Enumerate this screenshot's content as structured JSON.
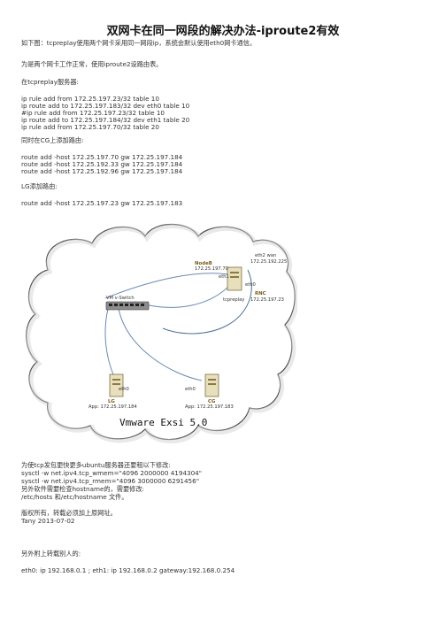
{
  "title": "双网卡在同一网段的解决办法-iproute2有效",
  "paragraphs": {
    "p1": "如下图：tcpreplay使用两个网卡采用同一网段ip，系统会默认使用eth0网卡通信。",
    "p2": "为是两个网卡工作正常，使用iproute2设路由表。",
    "p3": "在tcpreplay服务器:",
    "tcpreplay_cmds": [
      "ip rule add from 172.25.197.23/32 table 10",
      "ip route add to 172.25.197.183/32 dev eth0 table 10",
      "#ip rule add from 172.25.197.23/32 table 10",
      "ip route add to 172.25.197.184/32 dev eth1 table 20",
      "ip rule add from 172.25.197.70/32 table 20"
    ],
    "p4": "同时在CG上添加路由:",
    "cg_cmds": [
      "route add -host 172.25.197.70 gw 172.25.197.184",
      "route add -host 172.25.192.33 gw 172.25.197.184",
      "route add -host 172.25.192.96 gw 172.25.197.184"
    ],
    "p5": "LG添加路由:",
    "lg_cmds": [
      "route add -host 172.25.197.23 gw 172.25.197.183"
    ]
  },
  "diagram": {
    "nodeb_name": "NodeB",
    "nodeb_ip": "172.25.197.70",
    "eth1": "eth1",
    "eth2_wan": "eth2 wan",
    "wan_ip": "172.25.192.225",
    "eth0_rnc": "eth0",
    "rnc_name": "RNC",
    "rnc_ip": "172.25.197.23",
    "tcpreplay": "tcpreplay",
    "vswitch": "VM v-Switch",
    "lg_eth0": "eth0",
    "lg_name": "LG",
    "lg_app": "App: 172.25.197.184",
    "cg_eth0": "eth0",
    "cg_name": "CG",
    "cg_app": "App: 172.25.197.183",
    "vmware": "Vmware Exsi 5.0"
  },
  "after": {
    "l1": "为使tcp发包更快更多ubuntu服务器还要租以下修改:",
    "l2": "sysctl -w net.ipv4.tcp_wmem=\"4096 2000000 4194304\"",
    "l3": "sysctl -w net.ipv4.tcp_rmem=\"4096 3000000 6291456\"",
    "l4": "另外软件需要检查hostname的，需要修改:",
    "l5": "/etc/hosts 和/etc/hostname  文件。",
    "l6": "版权所有，转载必须加上原网址。",
    "l7": "Tany 2013-07-02",
    "l8": "另外附上转载别人的:",
    "l9": "eth0: ip 192.168.0.1 ; eth1: ip 192.168.0.2   gateway:192.168.0.254"
  }
}
